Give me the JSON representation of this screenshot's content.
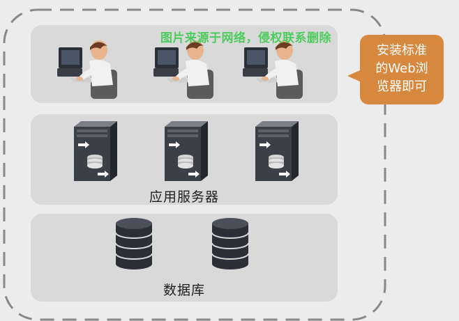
{
  "watermark": "图片来源于网络，侵权联系删除",
  "callout": {
    "lines": [
      "安装标准",
      "的Web浏",
      "览器即可"
    ]
  },
  "app_layer": {
    "label": "应用服务器"
  },
  "db_layer": {
    "label": "数据库"
  },
  "colors": {
    "callout_bg": "#d6883f",
    "layer_bg": "#d9d9d9",
    "dashed_border": "#888888",
    "watermark": "#35c948"
  },
  "icons": [
    "user-at-computer-icon",
    "server-rack-icon",
    "database-icon"
  ]
}
